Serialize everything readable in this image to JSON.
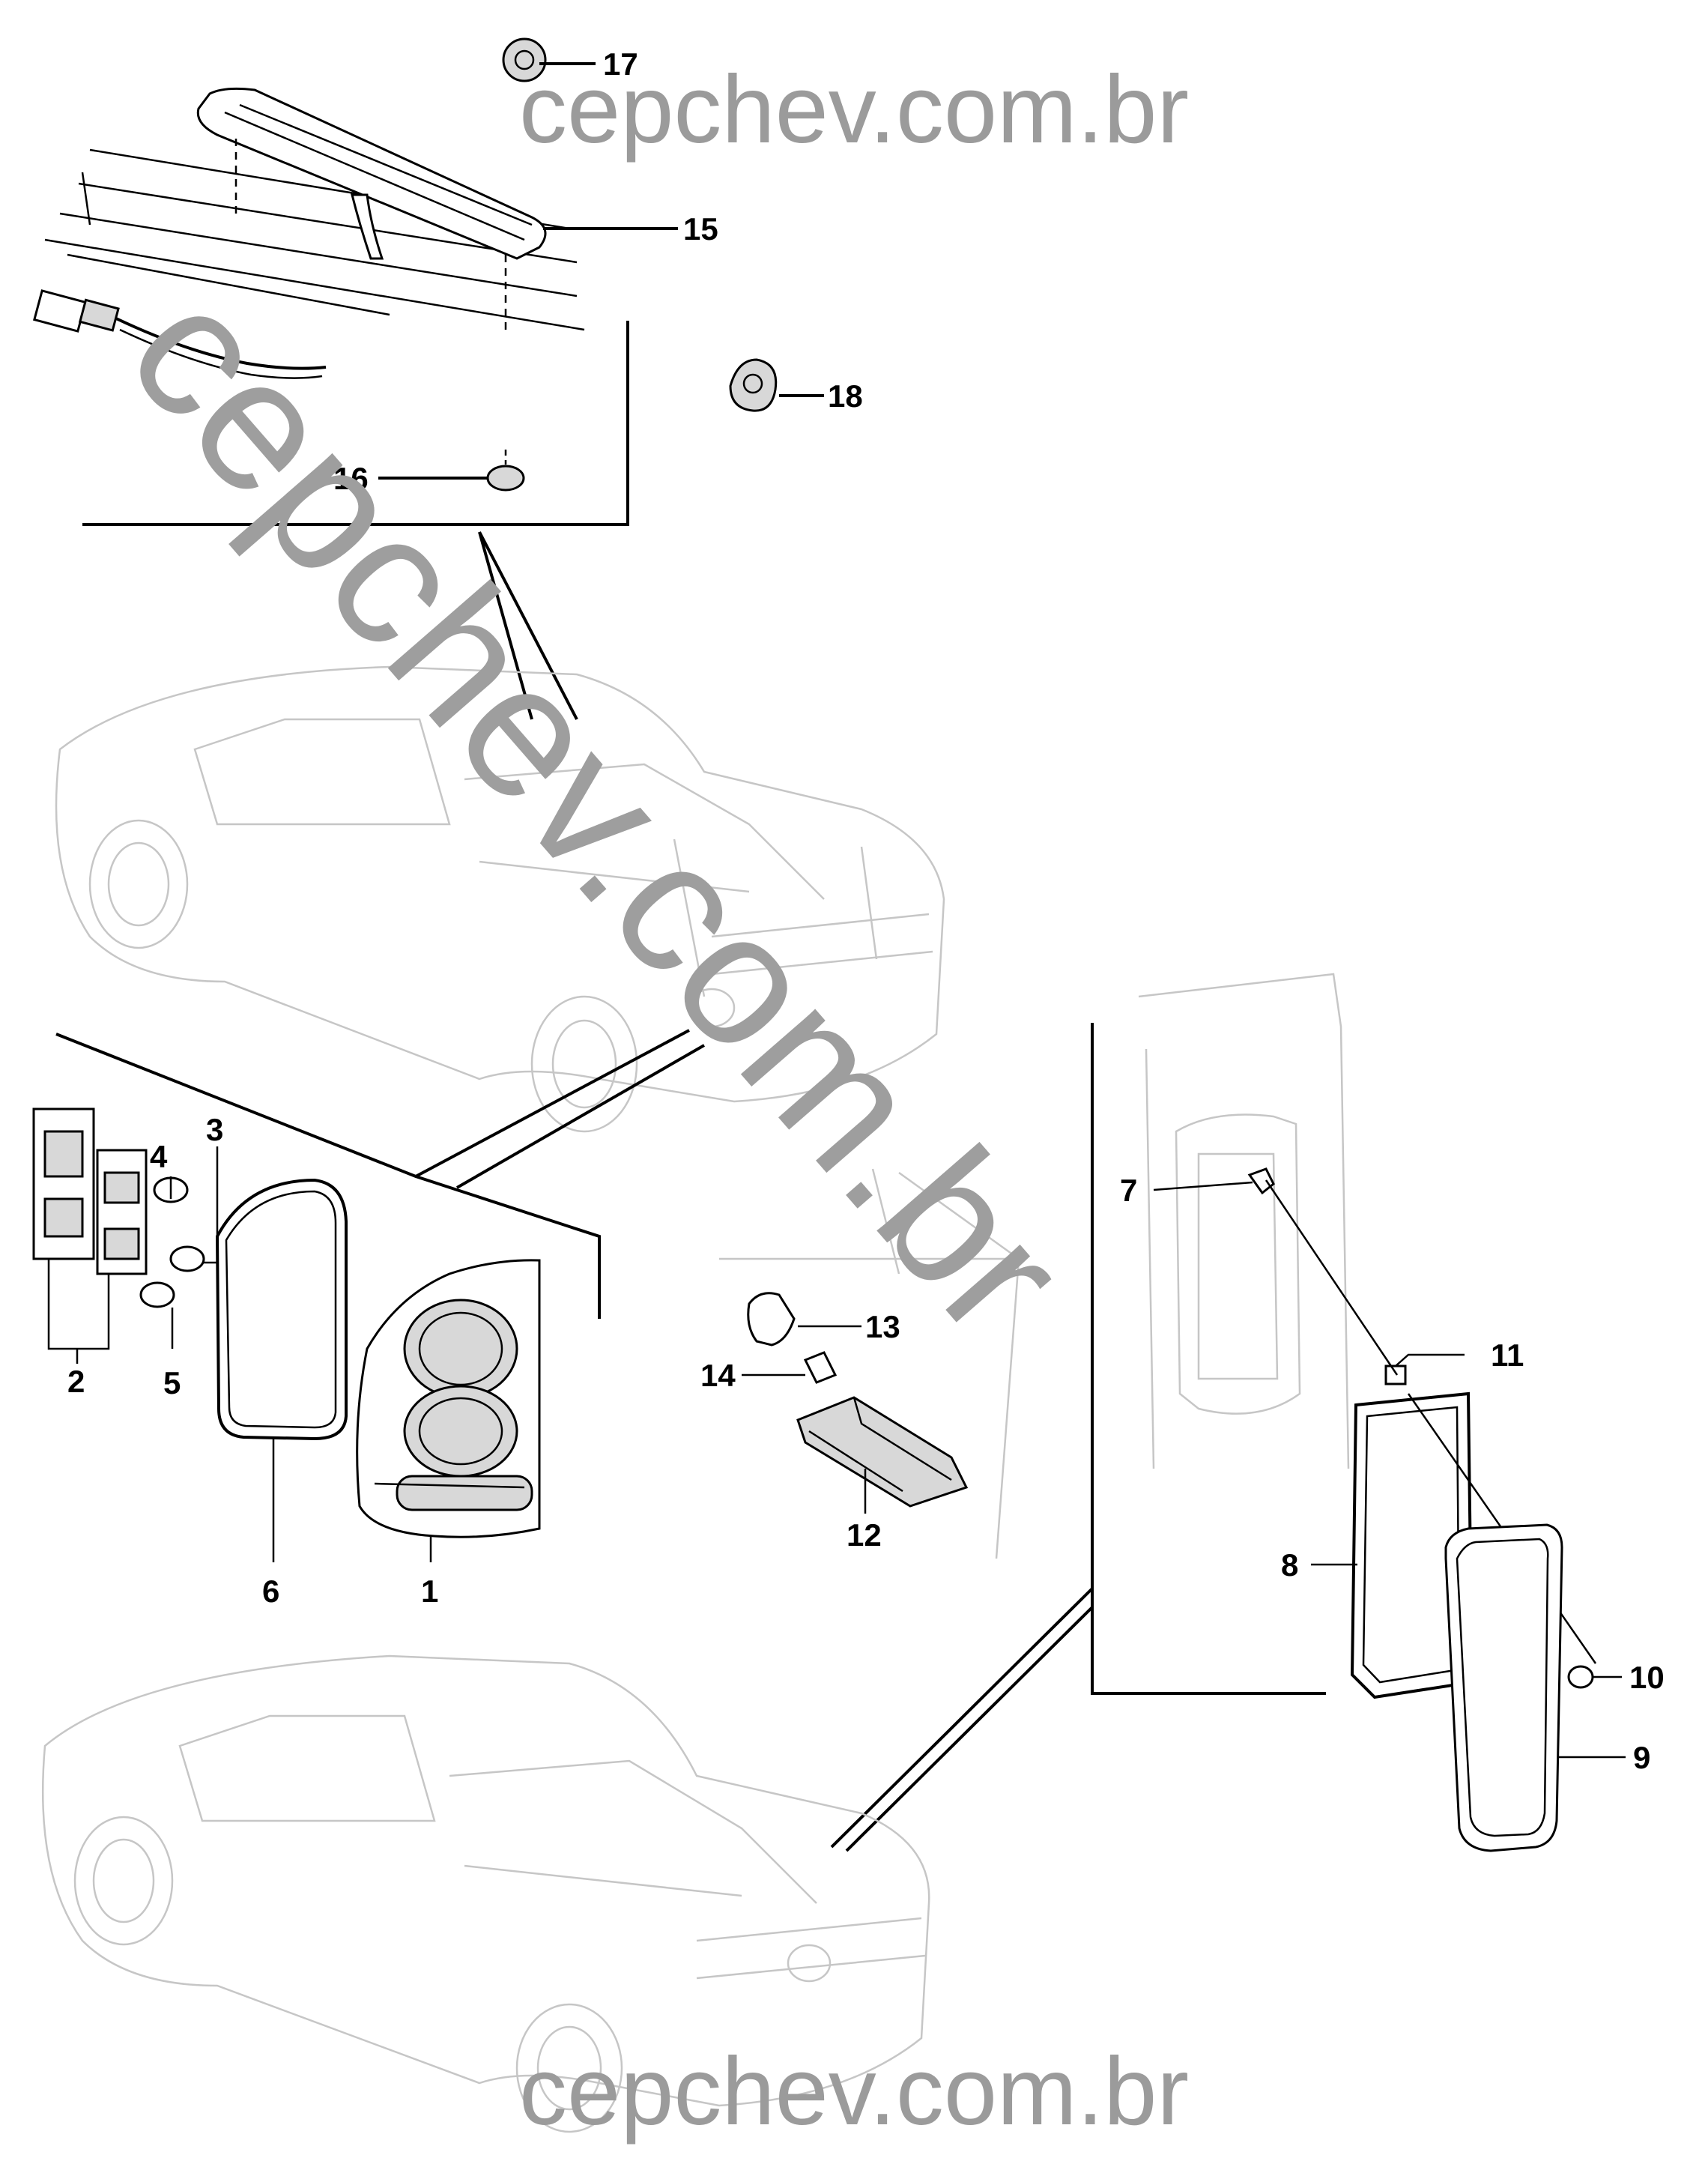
{
  "watermarks": {
    "top": "cepchev.com.br",
    "diagonal": "cepchev.com.br",
    "bottom": "cepchev.com.br"
  },
  "callouts": [
    {
      "id": "17",
      "part": "clip"
    },
    {
      "id": "15",
      "part": "high-mount-stop-lamp"
    },
    {
      "id": "18",
      "part": "clip"
    },
    {
      "id": "16",
      "part": "grommet-nut"
    },
    {
      "id": "4",
      "part": "bulb"
    },
    {
      "id": "3",
      "part": "bulb"
    },
    {
      "id": "2",
      "part": "bulb-holder"
    },
    {
      "id": "5",
      "part": "bulb"
    },
    {
      "id": "6",
      "part": "tail-lamp-gasket"
    },
    {
      "id": "1",
      "part": "tail-lamp-assembly"
    },
    {
      "id": "13",
      "part": "license-lamp-socket"
    },
    {
      "id": "14",
      "part": "bulb"
    },
    {
      "id": "12",
      "part": "license-plate-lamp"
    },
    {
      "id": "7",
      "part": "screw"
    },
    {
      "id": "11",
      "part": "clip-nut"
    },
    {
      "id": "8",
      "part": "gasket"
    },
    {
      "id": "10",
      "part": "screw"
    },
    {
      "id": "9",
      "part": "cover"
    }
  ]
}
